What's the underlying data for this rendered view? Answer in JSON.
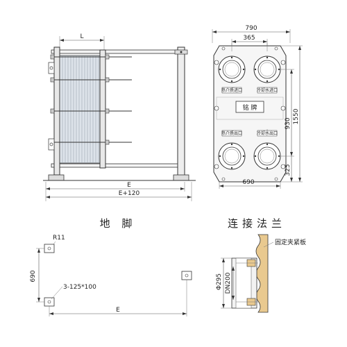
{
  "front_view": {
    "dim_top": "L",
    "dim_bottom_1": "E",
    "dim_bottom_2": "E+120"
  },
  "end_view": {
    "dim_overall_width": "790",
    "dim_port_spacing": "365",
    "dim_vertical_930": "930",
    "dim_vertical_1550": "1550",
    "dim_bottom_325": "325",
    "dim_bottom_width": "690",
    "nameplate": "铭 牌",
    "port_labels": [
      "热介质进口",
      "冷却水进口",
      "热介质出口",
      "冷却水出口"
    ]
  },
  "foot_section": {
    "title": "地 脚",
    "radius_label": "R11",
    "dim_vertical": "690",
    "holes_label": "3-125*100",
    "dim_horizontal": "E"
  },
  "flange_section": {
    "title": "连接法兰",
    "plate_label": "固定夹紧板",
    "dim_outer": "Φ295",
    "dim_nominal": "DN200"
  },
  "colors": {
    "line": "#333333",
    "plate_fill": "#d8dde3",
    "body_fill": "#f2f2f2",
    "flange_fill": "#e9c98f"
  }
}
